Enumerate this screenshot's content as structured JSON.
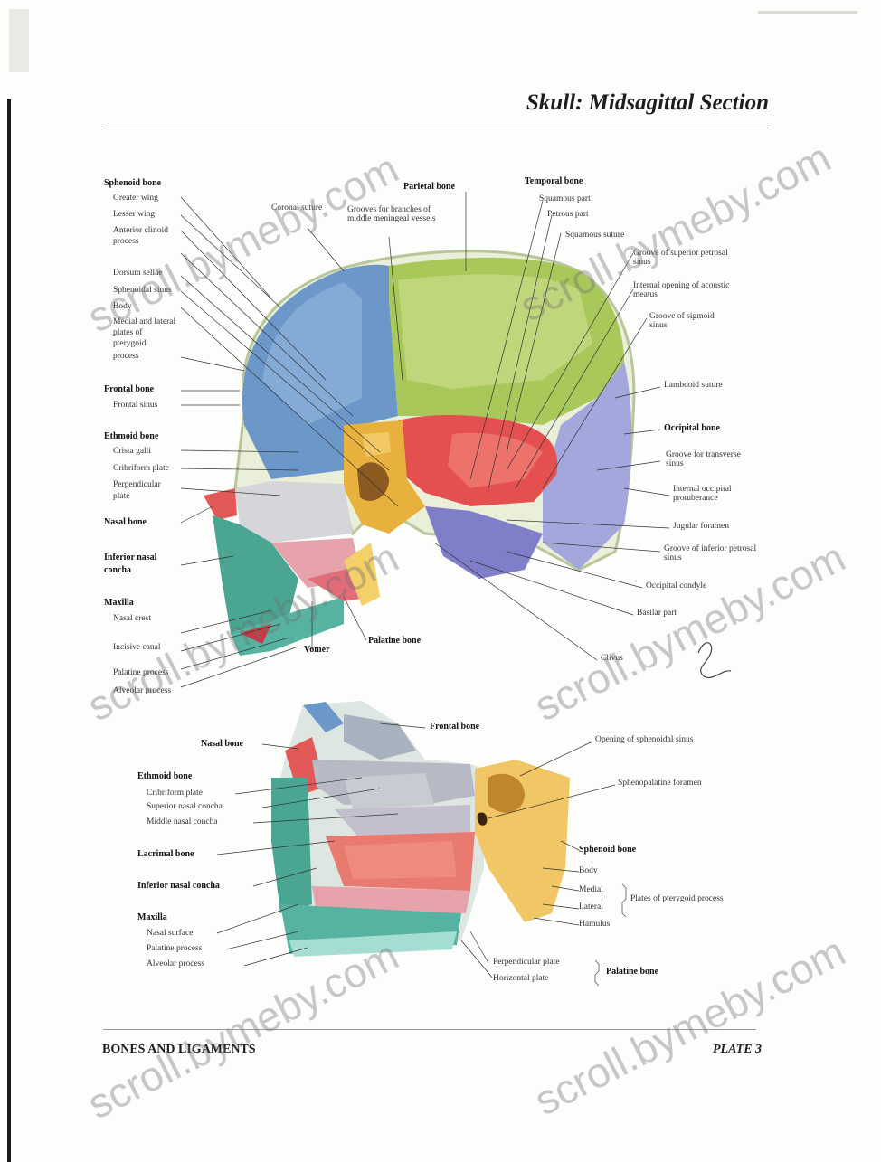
{
  "title": "Skull: Midsagittal Section",
  "footer": {
    "left": "BONES AND LIGAMENTS",
    "right": "PLATE 3"
  },
  "watermark": "scroll.bymeby.com",
  "upper": {
    "labels_left": [
      {
        "text": "Sphenoid bone",
        "bold": true
      },
      {
        "text": "Greater wing",
        "bold": false
      },
      {
        "text": "Lesser wing",
        "bold": false
      },
      {
        "text": "Anterior clinoid",
        "bold": false
      },
      {
        "text": "process",
        "bold": false
      },
      {
        "text": "Dorsum sellae",
        "bold": false
      },
      {
        "text": "Sphenoidal sinus",
        "bold": false
      },
      {
        "text": "Body",
        "bold": false
      },
      {
        "text": "Medial and lateral",
        "bold": false
      },
      {
        "text": "plates of",
        "bold": false
      },
      {
        "text": "pterygoid",
        "bold": false
      },
      {
        "text": "process",
        "bold": false
      },
      {
        "text": "Frontal bone",
        "bold": true
      },
      {
        "text": "Frontal sinus",
        "bold": false
      },
      {
        "text": "Ethmoid bone",
        "bold": true
      },
      {
        "text": "Crista galli",
        "bold": false
      },
      {
        "text": "Cribriform plate",
        "bold": false
      },
      {
        "text": "Perpendicular",
        "bold": false
      },
      {
        "text": "plate",
        "bold": false
      },
      {
        "text": "Nasal bone",
        "bold": true
      },
      {
        "text": "Inferior nasal",
        "bold": true
      },
      {
        "text": "concha",
        "bold": true
      },
      {
        "text": "Maxilla",
        "bold": true
      },
      {
        "text": "Nasal crest",
        "bold": false
      },
      {
        "text": "Incisive canal",
        "bold": false
      },
      {
        "text": "Palatine process",
        "bold": false
      },
      {
        "text": "Alveolar process",
        "bold": false
      }
    ],
    "labels_top": [
      {
        "text": "Coronal suture",
        "bold": false
      },
      {
        "text": "Parietal bone",
        "bold": true
      },
      {
        "text": "Grooves for branches of middle meningeal vessels",
        "bold": false
      },
      {
        "text": "Temporal bone",
        "bold": true
      },
      {
        "text": "Squamous part",
        "bold": false
      },
      {
        "text": "Petrous part",
        "bold": false
      }
    ],
    "labels_right": [
      {
        "text": "Squamous suture",
        "bold": false
      },
      {
        "text": "Groove of superior petrosal sinus",
        "bold": false
      },
      {
        "text": "Internal opening of acoustic meatus",
        "bold": false
      },
      {
        "text": "Groove of sigmoid sinus",
        "bold": false
      },
      {
        "text": "Lambdoid suture",
        "bold": false
      },
      {
        "text": "Occipital bone",
        "bold": true
      },
      {
        "text": "Groove for transverse sinus",
        "bold": false
      },
      {
        "text": "Internal occipital protuberance",
        "bold": false
      },
      {
        "text": "Jugular foramen",
        "bold": false
      },
      {
        "text": "Groove of inferior petrosal sinus",
        "bold": false
      },
      {
        "text": "Occipital condyle",
        "bold": false
      },
      {
        "text": "Basilar part",
        "bold": false
      },
      {
        "text": "Clivus",
        "bold": false
      }
    ],
    "labels_bottom": [
      {
        "text": "Vomer",
        "bold": true
      },
      {
        "text": "Palatine bone",
        "bold": true
      }
    ]
  },
  "lower": {
    "labels_left": [
      {
        "text": "Nasal bone",
        "bold": true
      },
      {
        "text": "Ethmoid bone",
        "bold": true
      },
      {
        "text": "Cribriform plate",
        "bold": false
      },
      {
        "text": "Superior nasal concha",
        "bold": false
      },
      {
        "text": "Middle nasal concha",
        "bold": false
      },
      {
        "text": "Lacrimal bone",
        "bold": true
      },
      {
        "text": "Inferior nasal concha",
        "bold": true
      },
      {
        "text": "Maxilla",
        "bold": true
      },
      {
        "text": "Nasal surface",
        "bold": false
      },
      {
        "text": "Palatine process",
        "bold": false
      },
      {
        "text": "Alveolar process",
        "bold": false
      }
    ],
    "labels_top": [
      {
        "text": "Frontal bone",
        "bold": true
      }
    ],
    "labels_right": [
      {
        "text": "Opening of sphenoidal sinus",
        "bold": false
      },
      {
        "text": "Sphenopalatine foramen",
        "bold": false
      },
      {
        "text": "Sphenoid bone",
        "bold": true
      },
      {
        "text": "Body",
        "bold": false
      },
      {
        "text": "Medial",
        "bold": false
      },
      {
        "text": "Lateral",
        "bold": false
      },
      {
        "text": "Hamulus",
        "bold": false
      },
      {
        "text": "Plates of pterygoid process",
        "bold": false
      },
      {
        "text": "Perpendicular plate",
        "bold": false
      },
      {
        "text": "Horizontal plate",
        "bold": false
      },
      {
        "text": "Palatine bone",
        "bold": true
      }
    ]
  }
}
